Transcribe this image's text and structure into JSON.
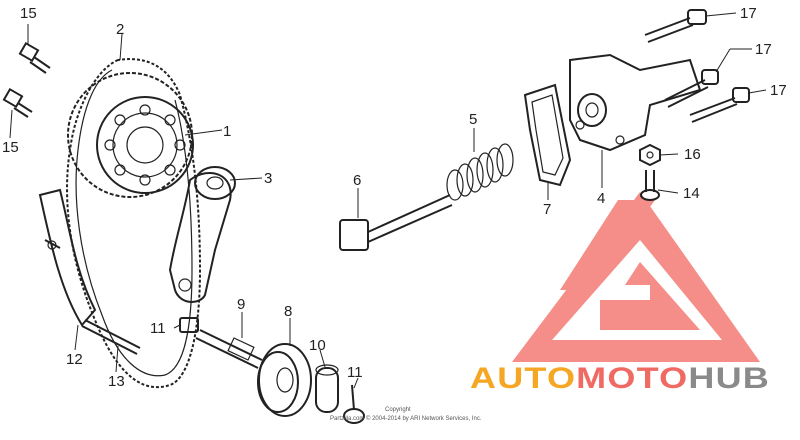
{
  "labels": {
    "p1": "1",
    "p2": "2",
    "p3": "3",
    "p4": "4",
    "p5": "5",
    "p6": "6",
    "p7": "7",
    "p8": "8",
    "p9": "9",
    "p10": "10",
    "p11a": "11",
    "p11b": "11",
    "p12": "12",
    "p13": "13",
    "p14": "14",
    "p15a": "15",
    "p15b": "15",
    "p16": "16",
    "p17a": "17",
    "p17b": "17",
    "p17c": "17"
  },
  "copyright": {
    "line1": "Copyright",
    "line2": "Partzilla.com © 2004-2014 by ARI Network Services, Inc."
  },
  "watermark": {
    "part1": "AUTO",
    "part2": "MOTO",
    "part3": "HUB",
    "colors": {
      "orange": "#f5a623",
      "red": "#f06a64",
      "grey": "#8a8a8a",
      "logo_red": "#f47a74"
    }
  }
}
